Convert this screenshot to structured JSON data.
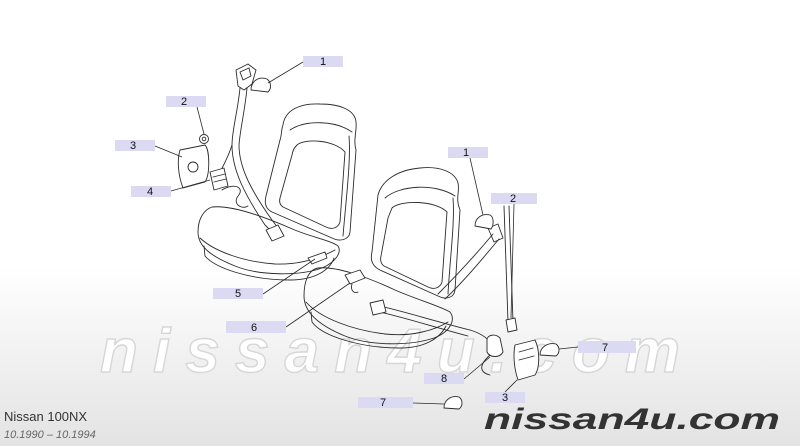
{
  "diagram": {
    "callouts": [
      "1",
      "2",
      "3",
      "4",
      "5",
      "6",
      "1",
      "2",
      "7",
      "8",
      "3",
      "7"
    ]
  },
  "watermark": "nissan4u.com",
  "brand_mark": "nissan4u.com",
  "model": "Nissan 100NX",
  "production_period": "10.1990 – 10.1994",
  "colors": {
    "callout_fill": "#dcd9f3",
    "line": "#2b2b2b",
    "brand": "#333333"
  }
}
